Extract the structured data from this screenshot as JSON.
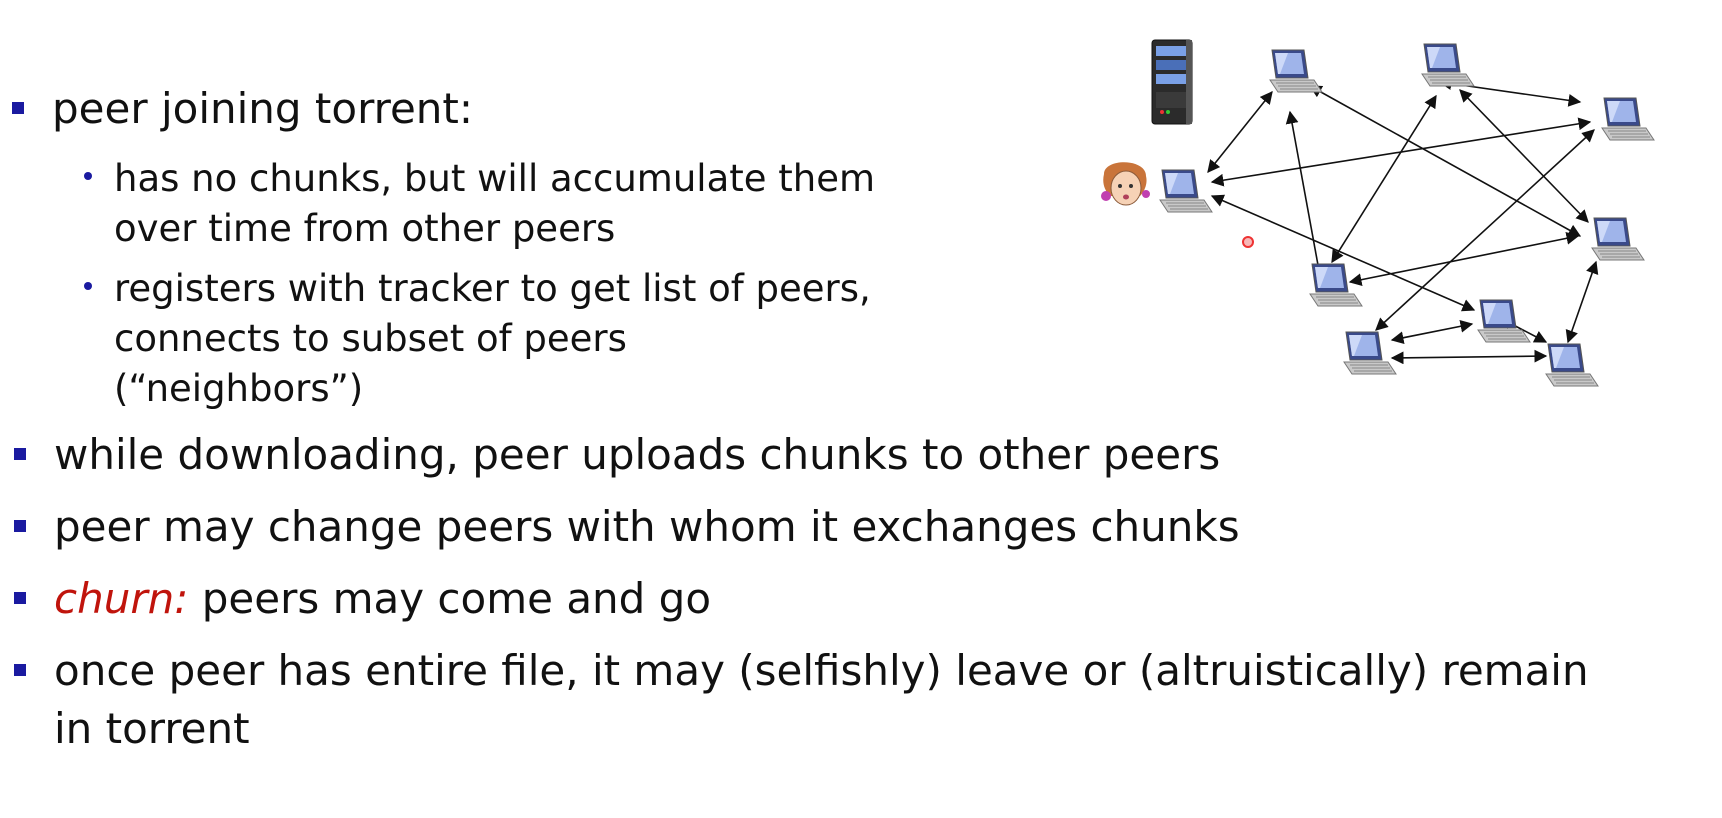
{
  "bullets": {
    "b1": "peer joining torrent:",
    "b1_sub1_line1": "has no chunks, but will accumulate them",
    "b1_sub1_line2": "over time from other peers",
    "b1_sub2_line1": "registers with tracker to get list of peers,",
    "b1_sub2_line2": "connects to subset of peers",
    "b1_sub2_line3": "(“neighbors”)",
    "b2": "while downloading, peer uploads chunks to other peers",
    "b3": "peer may change peers with whom it exchanges chunks",
    "b4_em": "churn:",
    "b4_rest": " peers may come and go",
    "b5_line1": "once peer has entire file, it may (selfishly) leave or (altruistically) remain",
    "b5_line2": "in torrent"
  },
  "diagram": {
    "icons": [
      "server-icon",
      "laptop-icon",
      "person-icon"
    ],
    "colors": {
      "accent": "#1a1aa0",
      "churn": "#c0140c",
      "arrow": "#111111"
    }
  }
}
